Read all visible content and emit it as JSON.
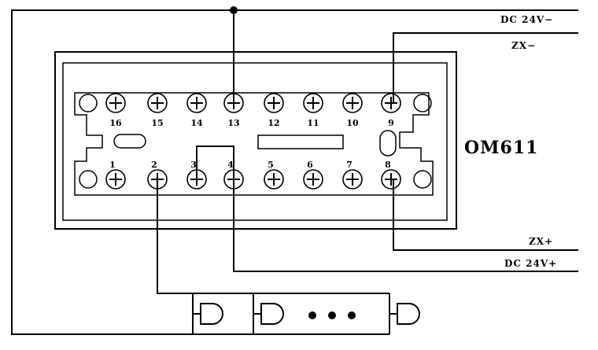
{
  "model": "OM611",
  "wire_labels": {
    "dc_neg": "DC 24V−",
    "zx_neg": "ZX−",
    "zx_pos": "ZX+",
    "dc_pos": "DC 24V+"
  },
  "top_terminals": [
    "16",
    "15",
    "14",
    "13",
    "12",
    "11",
    "10",
    "9"
  ],
  "bottom_terminals": [
    "1",
    "2",
    "3",
    "4",
    "5",
    "6",
    "7",
    "8"
  ],
  "colors": {
    "line": "#000000",
    "background": "#ffffff"
  }
}
